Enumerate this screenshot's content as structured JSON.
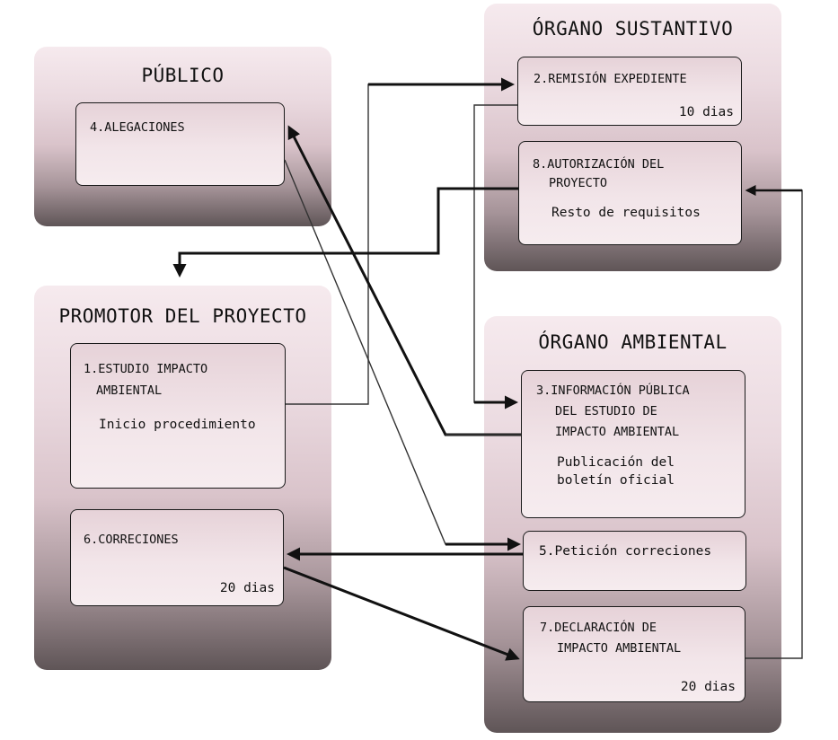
{
  "panels": {
    "publico": {
      "title": "PÚBLICO"
    },
    "organo_sustantivo": {
      "title": "ÓRGANO SUSTANTIVO"
    },
    "promotor": {
      "title": "PROMOTOR DEL PROYECTO"
    },
    "organo_ambiental": {
      "title": "ÓRGANO AMBIENTAL"
    }
  },
  "boxes": {
    "alegaciones": {
      "label": "4.ALEGACIONES"
    },
    "remision": {
      "label": "2.REMISIÓN EXPEDIENTE",
      "note": "10 dias"
    },
    "autorizacion": {
      "label_1": "8.AUTORIZACIÓN DEL",
      "label_2": "PROYECTO",
      "note": "Resto de requisitos"
    },
    "estudio": {
      "label_1": "1.ESTUDIO IMPACTO",
      "label_2": "AMBIENTAL",
      "note": "Inicio procedimiento"
    },
    "correciones": {
      "label": "6.CORRECIONES",
      "note": "20 dias"
    },
    "informacion": {
      "label_1": "3.INFORMACIÓN PÚBLICA",
      "label_2": "DEL ESTUDIO DE",
      "label_3": "IMPACTO AMBIENTAL",
      "note_1": "Publicación del",
      "note_2": "boletín oficial"
    },
    "peticion": {
      "label": "5.Petición correciones"
    },
    "declaracion": {
      "label_1": "7.DECLARACIÓN DE",
      "label_2": "IMPACTO AMBIENTAL",
      "note": "20 dias"
    }
  }
}
